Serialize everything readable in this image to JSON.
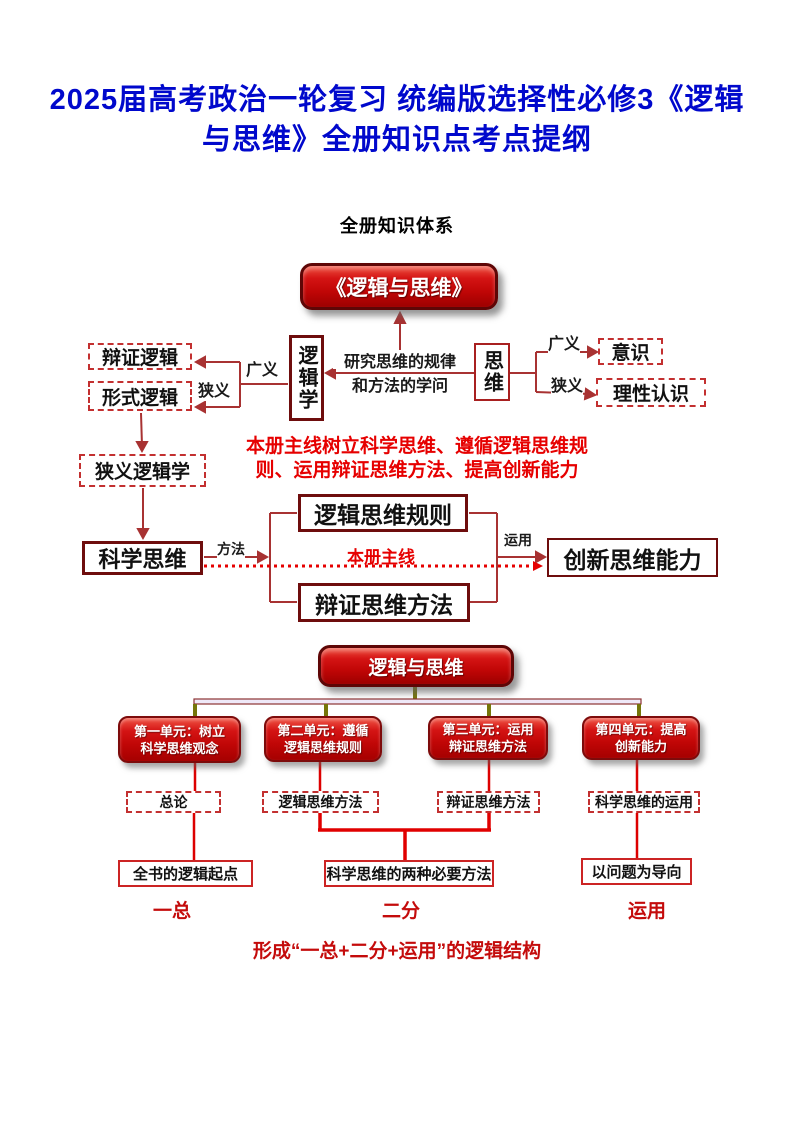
{
  "title": {
    "line1": "2025届高考政治一轮复习 统编版选择性必修3《逻辑",
    "line2": "与思维》全册知识点考点提纲"
  },
  "subtitle": "全册知识体系",
  "colors": {
    "title_blue": "#0008cc",
    "accent_red": "#e60000",
    "button_red": "#c40c0c",
    "dark_red_border": "#6e0d0d",
    "connector_brown_red": "#a83232",
    "tree_line_red": "#dd0000",
    "olive_connector": "#76760a"
  },
  "diagram1": {
    "root_button": "《逻辑与思维》",
    "boxes": {
      "dialectical_logic": "辩证逻辑",
      "formal_logic": "形式逻辑",
      "logic_science": "逻辑学",
      "thinking": "思维",
      "consciousness": "意识",
      "rational_cognition": "理性认识",
      "narrow_logic_science": "狭义逻辑学",
      "scientific_thinking": "科学思维",
      "logical_thinking_rules": "逻辑思维规则",
      "dialectical_thinking_methods": "辩证思维方法",
      "innovative_thinking_ability": "创新思维能力"
    },
    "labels": {
      "broad_left": "广义",
      "narrow_left": "狭义",
      "broad_right": "广义",
      "narrow_right": "狭义",
      "method": "方法",
      "apply": "运用",
      "note_line1": "研究思维的规律",
      "note_line2": "和方法的学问",
      "mainline": "本册主线"
    },
    "main_text_line1": "本册主线树立科学思维、遵循逻辑思维规",
    "main_text_line2": "则、运用辩证思维方法、提高创新能力"
  },
  "diagram2": {
    "root_button": "逻辑与思维",
    "units": [
      {
        "title1": "第一单元：树立",
        "title2": "科学思维观念",
        "tag": "总论"
      },
      {
        "title1": "第二单元：遵循",
        "title2": "逻辑思维规则",
        "tag": "逻辑思维方法"
      },
      {
        "title1": "第三单元：运用",
        "title2": "辩证思维方法",
        "tag": "辩证思维方法"
      },
      {
        "title1": "第四单元：提高",
        "title2": "创新能力",
        "tag": "科学思维的运用"
      }
    ],
    "bottom_boxes": {
      "left": "全书的逻辑起点",
      "middle": "科学思维的两种必要方法",
      "right": "以问题为导向"
    },
    "summary_labels": {
      "left": "一总",
      "middle": "二分",
      "right": "运用"
    },
    "footer_text": "形成“一总+二分+运用”的逻辑结构"
  }
}
